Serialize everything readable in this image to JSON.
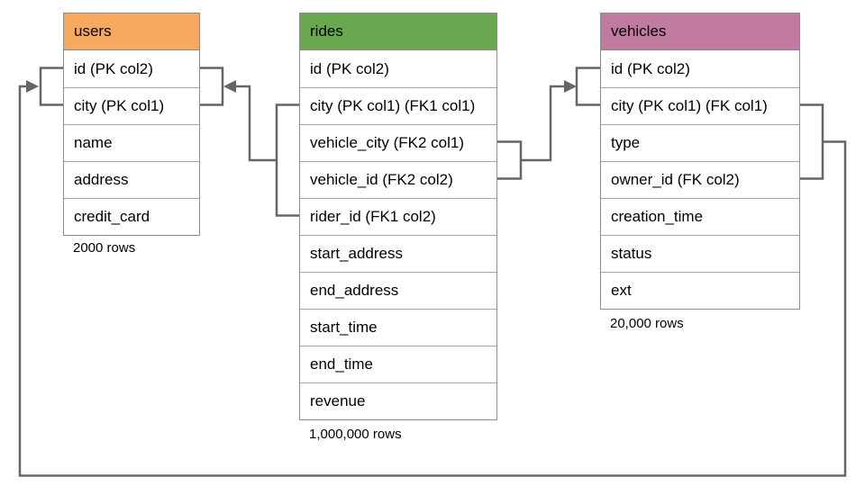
{
  "tables": {
    "users": {
      "name": "users",
      "header_color": "#F6A95F",
      "row_count": "2000 rows",
      "columns": [
        "id (PK col2)",
        "city (PK col1)",
        "name",
        "address",
        "credit_card"
      ]
    },
    "rides": {
      "name": "rides",
      "header_color": "#6AA84F",
      "row_count": "1,000,000 rows",
      "columns": [
        "id (PK col2)",
        "city (PK col1) (FK1 col1)",
        "vehicle_city (FK2 col1)",
        "vehicle_id (FK2 col2)",
        "rider_id (FK1 col2)",
        "start_address",
        "end_address",
        "start_time",
        "end_time",
        "revenue"
      ]
    },
    "vehicles": {
      "name": "vehicles",
      "header_color": "#C27BA0",
      "row_count": "20,000 rows",
      "columns": [
        "id (PK col2)",
        "city (PK col1) (FK col1)",
        "type",
        "owner_id (FK col2)",
        "creation_time",
        "status",
        "ext"
      ]
    }
  },
  "relationships": [
    {
      "name": "rides-to-users",
      "from": "rides (city, rider_id) FK1",
      "to": "users (id, city) PK"
    },
    {
      "name": "rides-to-vehicles",
      "from": "rides (vehicle_city, vehicle_id) FK2",
      "to": "vehicles (id, city) PK"
    },
    {
      "name": "vehicles-to-users",
      "from": "vehicles (city, owner_id) FK",
      "to": "users (id, city) PK"
    }
  ],
  "colors": {
    "connector": "#666666",
    "table_border": "#8c8c8c",
    "background": "#ffffff",
    "users_header": "#F6A95F",
    "rides_header": "#6AA84F",
    "vehicles_header": "#C27BA0"
  }
}
